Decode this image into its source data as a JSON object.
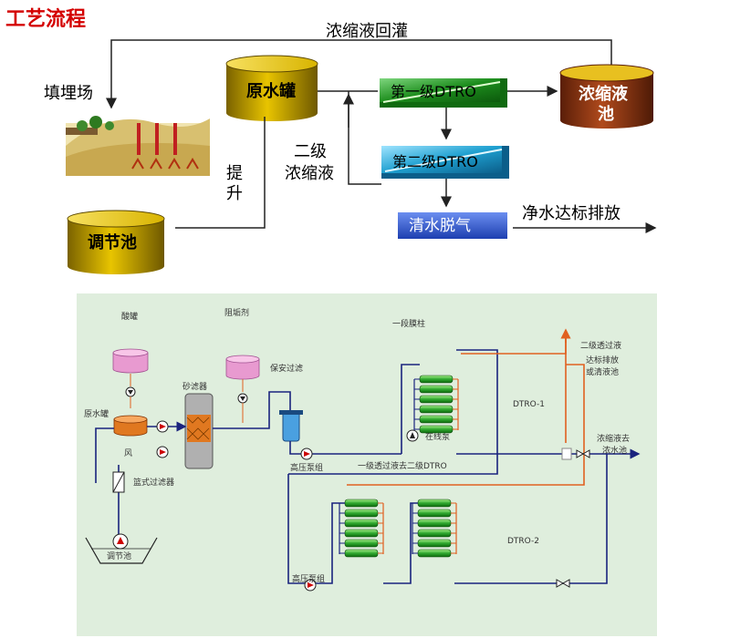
{
  "page_title": "工艺流程",
  "top_diagram": {
    "recirculation_label": "浓缩液回灌",
    "landfill_label": "填埋场",
    "raw_tank": "原水罐",
    "concentrate_pool": [
      "浓缩液",
      "池"
    ],
    "dtro_stage1": "第一级DTRO",
    "dtro_stage2": "第二级DTRO",
    "second_concentrate": [
      "二级",
      "浓缩液"
    ],
    "lift_label": [
      "提",
      "升"
    ],
    "regulating_pool": "调节池",
    "degassing": "清水脱气",
    "discharge": "净水达标排放"
  },
  "bottom_diagram": {
    "acid_tank": "酸罐",
    "scale_inhibitor": "阻垢剂",
    "first_membrane": "一段膜柱",
    "second_permeate": "二级透过液",
    "discharge_or_clean": [
      "达标排放",
      "或清液池"
    ],
    "raw_tank": "原水罐",
    "sand_filter": "砂滤器",
    "security_filter": "保安过滤",
    "dtro1": "DTRO-1",
    "online_pump": "在线泵",
    "concentrate_out": [
      "浓缩液去",
      "浓水池"
    ],
    "air": "风",
    "hp_pump1": "高压泵组",
    "first_permeate": "一级透过液去二级DTRO",
    "bag_filter": "篮式过滤器",
    "regulating_pool": "调节池",
    "dtro2": "DTRO-2",
    "hp_pump2": "高压泵组"
  },
  "colors": {
    "title": "#d40000",
    "tank_gold": "#c8a400",
    "tank_brown": "#a0401a",
    "dtro_green": "#1f8a1f",
    "dtro_blue": "#1fa0d0",
    "degas_blue": "#2856c8",
    "panel_bg": "#dfeedd",
    "pipe_main": "#1a237e",
    "pipe_return": "#e06020"
  }
}
